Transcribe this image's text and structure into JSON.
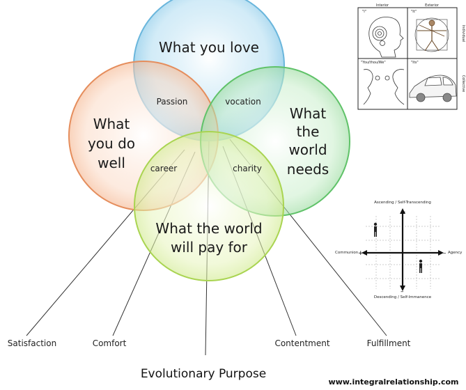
{
  "circles": {
    "love": {
      "lines": [
        "What you love"
      ],
      "color": "#7fc4e6"
    },
    "needs": {
      "lines": [
        "What",
        "the",
        "world",
        "needs"
      ],
      "color": "#86d38c"
    },
    "well": {
      "lines": [
        "What",
        "you do",
        "well"
      ],
      "color": "#f2a678"
    },
    "pay": {
      "lines": [
        "What the world",
        "will pay for"
      ],
      "color": "#c6e57a"
    }
  },
  "overlaps": {
    "passion": "Passion",
    "vocation": "vocation",
    "career": "career",
    "charity": "charity"
  },
  "bottom_labels": {
    "satisfaction": "Satisfaction",
    "comfort": "Comfort",
    "contentment": "Contentment",
    "fulfillment": "Fulfillment"
  },
  "purpose": "Evolutionary Purpose",
  "website": "www.integralrelationship.com",
  "quadrant": {
    "interior": "Interior",
    "exterior": "Exterior",
    "individual": "Individual",
    "collective": "Collective",
    "q_i": "\"I\"",
    "q_it": "\"It\"",
    "q_we": "\"You/thou/We\"",
    "q_its": "\"Its\""
  },
  "axes": {
    "top": "Ascending / Self-Transcending",
    "bottom": "Descending / Self-Immanence",
    "left": "Communion",
    "right": "Agency",
    "plus_left": "+",
    "minus_right": "–",
    "plus_top": "+",
    "minus_bottom": "–"
  }
}
